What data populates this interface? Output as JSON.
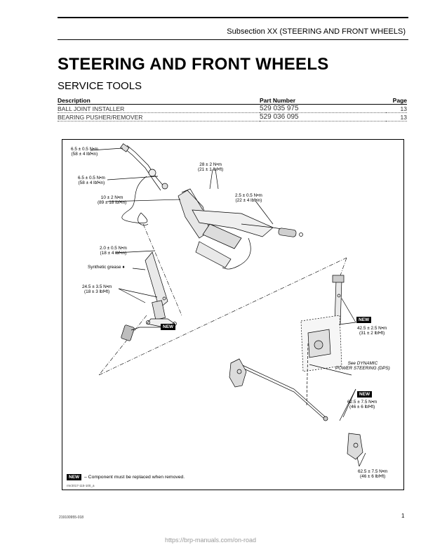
{
  "header": {
    "subsection": "Subsection XX (STEERING AND FRONT WHEELS)"
  },
  "title": "STEERING AND FRONT WHEELS",
  "section": "SERVICE TOOLS",
  "tools_table": {
    "headers": {
      "description": "Description",
      "part_number": "Part Number",
      "page": "Page"
    },
    "rows": [
      {
        "description": "BALL JOINT INSTALLER",
        "part_number": "529 035 975",
        "page": "13"
      },
      {
        "description": "BEARING PUSHER/REMOVER",
        "part_number": "529 036 095",
        "page": "13"
      }
    ]
  },
  "figure": {
    "labels": {
      "t1": "6.5 ± 0.5 N•m\n(58 ± 4 lbf•in)",
      "t2": "6.5 ± 0.5 N•m\n(58 ± 4 lbf•in)",
      "t3": "28 ± 2 N•m\n(21 ± 1 lbf•ft)",
      "t4": "10 ± 2 N•m\n(89 ± 18 lbf•in)",
      "t5": "2.5 ± 0.5 N•m\n(22 ± 4 lbf•in)",
      "t6": "2.0 ± 0.5 N•m\n(18 ± 4 lbf•in)",
      "grease": "Synthetic grease",
      "t7": "24.5 ± 3.5 N•m\n(18 ± 3 lbf•ft)",
      "t8": "42.5 ± 2.5 N•m\n(31 ± 2 lbf•ft)",
      "dps": "See DYNAMIC\nPOWER STEERING (DPS)",
      "t9": "62.5 ± 7.5 N•m\n(46 ± 6 lbf•ft)",
      "t10": "62.5 ± 7.5 N•m\n(46 ± 6 lbf•ft)"
    },
    "new_badge": "NEW",
    "legend": "– Component must be replaced when removed.",
    "figure_id": "rmr2017-115-100_a"
  },
  "footer": {
    "doc_code": "219100955-018",
    "page_number": "1"
  },
  "watermark": "https://brp-manuals.com/on-road"
}
